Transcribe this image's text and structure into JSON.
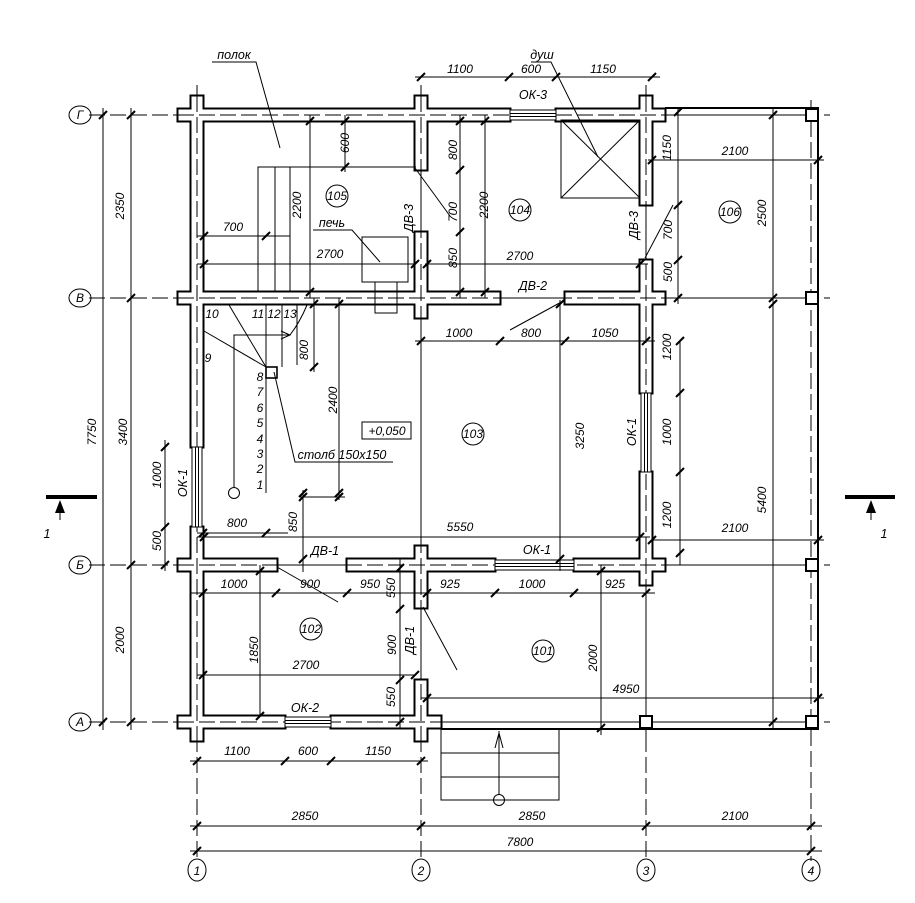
{
  "axes": {
    "cols": [
      "1",
      "2",
      "3",
      "4"
    ],
    "rows": [
      "Г",
      "В",
      "Б",
      "А"
    ]
  },
  "section_marks": {
    "left": "1",
    "right": "1"
  },
  "rooms": {
    "r101": "101",
    "r102": "102",
    "r103": "103",
    "r104": "104",
    "r105": "105",
    "r106": "106"
  },
  "labels": {
    "polok": "полок",
    "dush": "душ",
    "pech": "печь",
    "stolb": "столб 150х150",
    "level": "+0,050"
  },
  "openings": {
    "ok3": "ОК-3",
    "dv3_a": "ДВ-3",
    "dv3_b": "ДВ-3",
    "dv2": "ДВ-2",
    "ok1_right": "ОК-1",
    "ok1_bottom": "ОК-1",
    "ok1_left": "ОК-1",
    "dv1_a": "ДВ-1",
    "dv1_b": "ДВ-1",
    "ok2": "ОК-2"
  },
  "stair_steps": [
    "1",
    "2",
    "3",
    "4",
    "5",
    "6",
    "7",
    "8",
    "9",
    "10",
    "11",
    "12",
    "13"
  ],
  "dims": [
    "1100",
    "600",
    "1150",
    "600",
    "2200",
    "700",
    "2700",
    "800",
    "700",
    "850",
    "2200",
    "2700",
    "1150",
    "2100",
    "700",
    "500",
    "2500",
    "800",
    "2400",
    "1000",
    "800",
    "1050",
    "1200",
    "1000",
    "1200",
    "3250",
    "5400",
    "850",
    "800",
    "5550",
    "2100",
    "1000",
    "500",
    "1000",
    "900",
    "950",
    "550",
    "925",
    "1000",
    "925",
    "1850",
    "2700",
    "900",
    "550",
    "2000",
    "4950",
    "1100",
    "600",
    "1150",
    "2850",
    "2850",
    "2100",
    "7800",
    "2350",
    "3400",
    "7750",
    "2000"
  ]
}
